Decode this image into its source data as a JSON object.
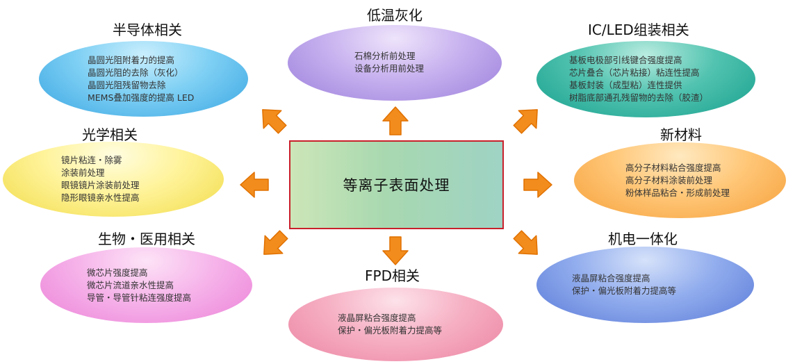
{
  "center": {
    "title": "等离子表面处理"
  },
  "categories": {
    "semiconductor": {
      "title": "半导体相关",
      "items": [
        "晶圆光阻附着力的提高",
        "晶圆光阻的去除（灰化）",
        "晶圆光阻残留物去除",
        "MEMS叠加强度的提高 LED"
      ]
    },
    "low_temp": {
      "title": "低温灰化",
      "items": [
        "石棉分析前处理",
        "设备分析用前处理"
      ]
    },
    "ic_led": {
      "title": "IC/LED组装相关",
      "items": [
        "基板电极部引线键合强度提高",
        "芯片叠合（芯片粘接）粘连性提高",
        "基板封装（成型粘）连性提供",
        "树脂底部通孔残留物的去除（胶渣）"
      ]
    },
    "optics": {
      "title": "光学相关",
      "items": [
        "镜片粘连・除雾",
        "涂装前处理",
        "眼镜镜片涂装前处理",
        "隐形眼镜亲水性提高"
      ]
    },
    "new_material": {
      "title": "新材料",
      "items": [
        "高分子材料粘合强度提高",
        "高分子材料涂装前处理",
        "粉体样品粘合・形成前处理"
      ]
    },
    "bio_medical": {
      "title": "生物・医用相关",
      "items": [
        "微芯片强度提高",
        "微芯片流道亲水性提高",
        "导管・导管针粘连强度提高"
      ]
    },
    "fpd": {
      "title": "FPD相关",
      "items": [
        "液晶屏粘合强度提高",
        "保护・偏光板附着力提高等"
      ]
    },
    "mechatronics": {
      "title": "机电一体化",
      "items": [
        "液晶屏粘合强度提高",
        "保护・偏光板附着力提高等"
      ]
    }
  },
  "colors": {
    "center_border": "#c8202a",
    "arrow_fill": "#f28c1c",
    "arrow_stroke": "#e07000"
  },
  "icons": {
    "arrow": "thick-block-arrow"
  }
}
